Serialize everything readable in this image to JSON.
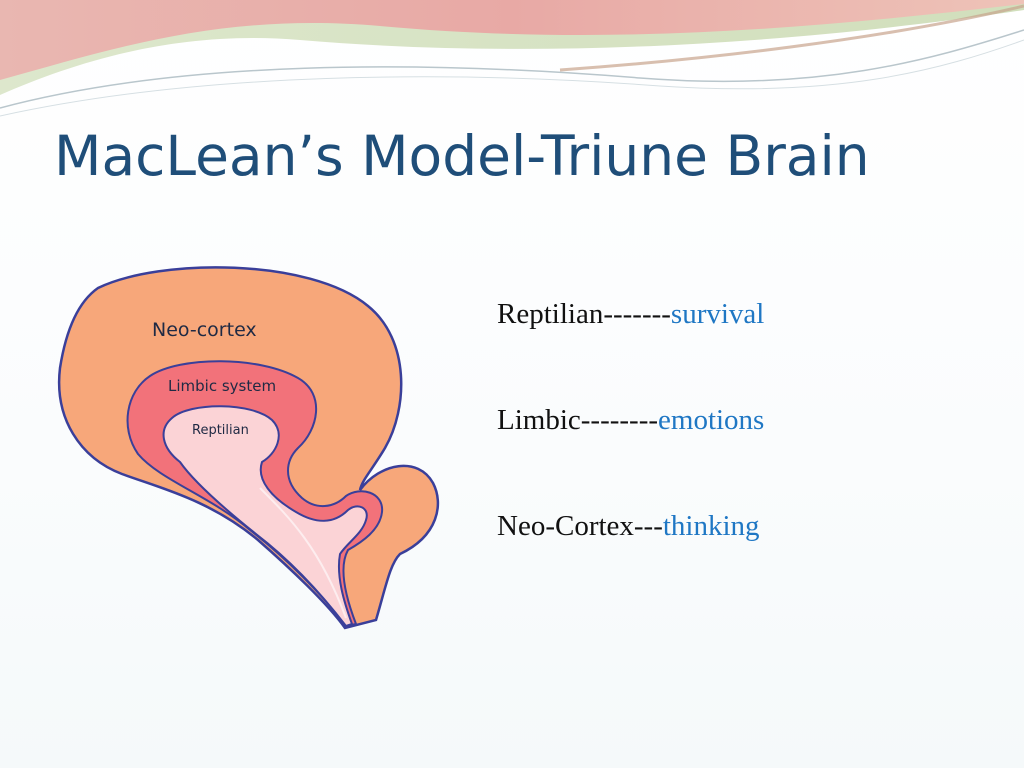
{
  "slide": {
    "title": "MacLean’s Model-Triune Brain"
  },
  "diagram": {
    "labels": {
      "neo_cortex": "Neo-cortex",
      "limbic": "Limbic system",
      "reptilian": "Reptilian"
    },
    "colors": {
      "neo_cortex": "#f7a77a",
      "limbic": "#f2727a",
      "reptilian": "#fbd3d6",
      "outline": "#3a3f9a"
    }
  },
  "list": {
    "items": [
      {
        "term": "Reptilian-------",
        "meaning": "survival"
      },
      {
        "term": "Limbic--------",
        "meaning": "emotions"
      },
      {
        "term": "Neo-Cortex---",
        "meaning": "thinking"
      }
    ]
  },
  "theme": {
    "title_color": "#1f4e79",
    "accent_color": "#1f77c4"
  }
}
